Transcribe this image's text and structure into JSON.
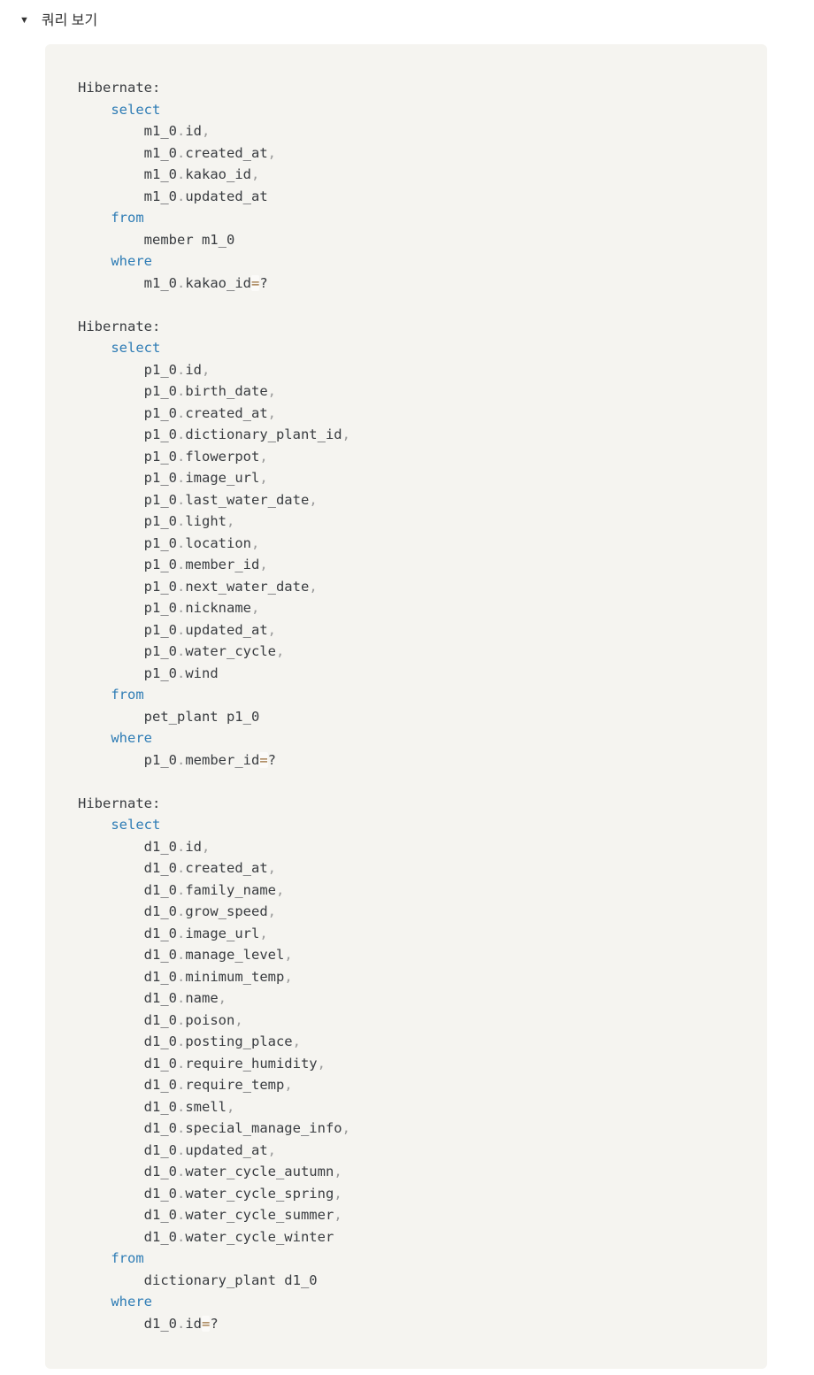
{
  "details": {
    "summary_label": "쿼리 보기",
    "marker_icon": "▼",
    "state": "open"
  },
  "code_block": {
    "language": "sql-log",
    "background": "#f5f4f0",
    "colors": {
      "plain": "#393c40",
      "keyword": "#2e7cb5",
      "punctuation": "#9a9a9a",
      "operator": "#9a6e3a"
    },
    "keywords": [
      "select",
      "from",
      "where"
    ],
    "queries": [
      {
        "lines": [
          "Hibernate:",
          "    select",
          "        m1_0.id,",
          "        m1_0.created_at,",
          "        m1_0.kakao_id,",
          "        m1_0.updated_at",
          "    from",
          "        member m1_0",
          "    where",
          "        m1_0.kakao_id=?"
        ]
      },
      {
        "lines": [
          "Hibernate:",
          "    select",
          "        p1_0.id,",
          "        p1_0.birth_date,",
          "        p1_0.created_at,",
          "        p1_0.dictionary_plant_id,",
          "        p1_0.flowerpot,",
          "        p1_0.image_url,",
          "        p1_0.last_water_date,",
          "        p1_0.light,",
          "        p1_0.location,",
          "        p1_0.member_id,",
          "        p1_0.next_water_date,",
          "        p1_0.nickname,",
          "        p1_0.updated_at,",
          "        p1_0.water_cycle,",
          "        p1_0.wind",
          "    from",
          "        pet_plant p1_0",
          "    where",
          "        p1_0.member_id=?"
        ]
      },
      {
        "lines": [
          "Hibernate:",
          "    select",
          "        d1_0.id,",
          "        d1_0.created_at,",
          "        d1_0.family_name,",
          "        d1_0.grow_speed,",
          "        d1_0.image_url,",
          "        d1_0.manage_level,",
          "        d1_0.minimum_temp,",
          "        d1_0.name,",
          "        d1_0.poison,",
          "        d1_0.posting_place,",
          "        d1_0.require_humidity,",
          "        d1_0.require_temp,",
          "        d1_0.smell,",
          "        d1_0.special_manage_info,",
          "        d1_0.updated_at,",
          "        d1_0.water_cycle_autumn,",
          "        d1_0.water_cycle_spring,",
          "        d1_0.water_cycle_summer,",
          "        d1_0.water_cycle_winter",
          "    from",
          "        dictionary_plant d1_0",
          "    where",
          "        d1_0.id=?"
        ]
      }
    ]
  }
}
